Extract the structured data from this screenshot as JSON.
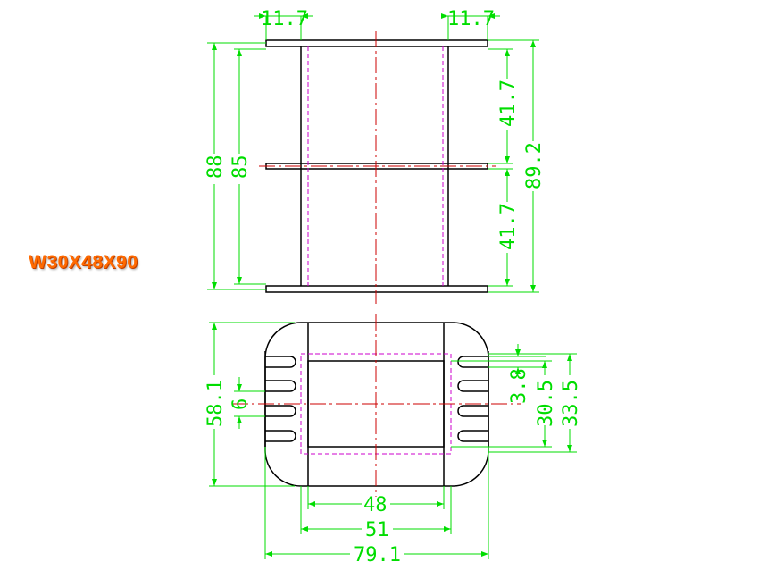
{
  "title": "W30X48X90",
  "colors": {
    "outline": "#000000",
    "dimension": "#00dd00",
    "centerline": "#cc0000",
    "hidden": "#cc00cc",
    "title": "#ff6a00"
  },
  "dimensions": {
    "top_left_flange": "11.7",
    "top_right_flange": "11.7",
    "height_outer": "88",
    "height_inner": "85",
    "upper_section": "41.7",
    "lower_section": "41.7",
    "overall_height": "89.2",
    "bottom_height": "58.1",
    "slot_gap": "6",
    "slot_width": "3.8",
    "window_height": "30.5",
    "window_outer": "33.5",
    "width_48": "48",
    "width_51": "51",
    "width_overall": "79.1"
  }
}
